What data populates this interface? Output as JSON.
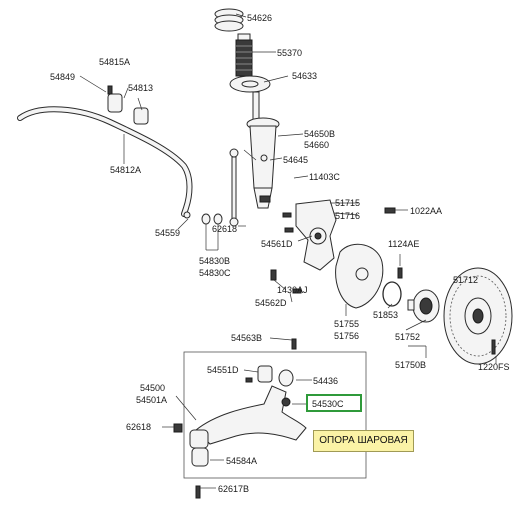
{
  "labels": {
    "p54626": "54626",
    "p55370": "55370",
    "p54633": "54633",
    "p54815A": "54815A",
    "p54849": "54849",
    "p54813": "54813",
    "p54650B": "54650B",
    "p54660": "54660",
    "p54645": "54645",
    "p54812A": "54812A",
    "p11403C": "11403C",
    "p51715": "51715",
    "p51716": "51716",
    "p1022AA": "1022AA",
    "p54559": "54559",
    "p62618_top": "62618",
    "p54561D": "54561D",
    "p1124AE": "1124AE",
    "p54830B": "54830B",
    "p54830C": "54830C",
    "p51712": "51712",
    "p1430AJ": "1430AJ",
    "p54562D": "54562D",
    "p51853": "51853",
    "p51755": "51755",
    "p51756": "51756",
    "p51752": "51752",
    "p54563B": "54563B",
    "p51750B": "51750B",
    "p1220FS": "1220FS",
    "p54551D": "54551D",
    "p54436": "54436",
    "p54500": "54500",
    "p54501A": "54501A",
    "p54530C": "54530C",
    "p62618_bottom": "62618",
    "p54584A": "54584A",
    "p62617B": "62617B"
  },
  "callout": {
    "text": "ОПОРА ШАРОВАЯ",
    "highlight_color": "#2f9a3a",
    "fill_color": "#fbf3a6"
  }
}
